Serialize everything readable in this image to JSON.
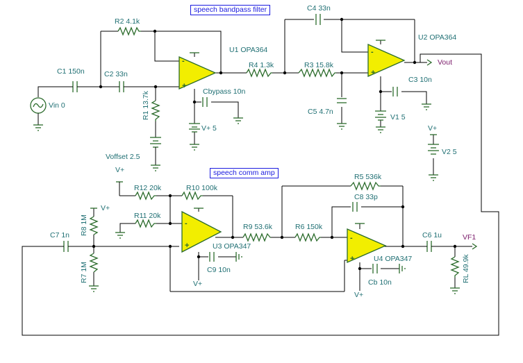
{
  "titles": {
    "bandpass": "speech bandpass filter",
    "comm": "speech comm amp"
  },
  "labels": {
    "vin": "Vin 0",
    "c1": "C1 150n",
    "c2": "C2 33n",
    "r2": "R2 4.1k",
    "r1": "R1 13.7k",
    "u1": "U1 OPA364",
    "cbypass": "Cbypass 10n",
    "vplus5": "V+ 5",
    "voffset": "Voffset 2.5",
    "r4": "R4 1.3k",
    "r3": "R3 15.8k",
    "c4": "C4 33n",
    "u2": "U2 OPA364",
    "c5": "C5 4.7n",
    "v1": "V1 5",
    "c3": "C3 10n",
    "vout": "Vout",
    "vplus_a": "V+",
    "v2": "V2 5",
    "vplus_b": "V+",
    "r12": "R12 20k",
    "r10": "R10 100k",
    "r11": "R11 20k",
    "r8": "R8 1M",
    "vplus_c": "V+",
    "c7": "C7 1n",
    "r7": "R7 1M",
    "u3": "U3 OPA347",
    "c9": "C9 10n",
    "vplus_d": "V+",
    "r9": "R9 53.6k",
    "r6": "R6 150k",
    "r5": "R5 536k",
    "c8": "C8 33p",
    "u4": "U4 OPA347",
    "cb": "Cb 10n",
    "vplus_e": "V+",
    "c6": "C6 1u",
    "vf1": "VF1",
    "rl": "RL 49.9k"
  },
  "opamp_signs": {
    "minus": "-",
    "plus": "+"
  }
}
